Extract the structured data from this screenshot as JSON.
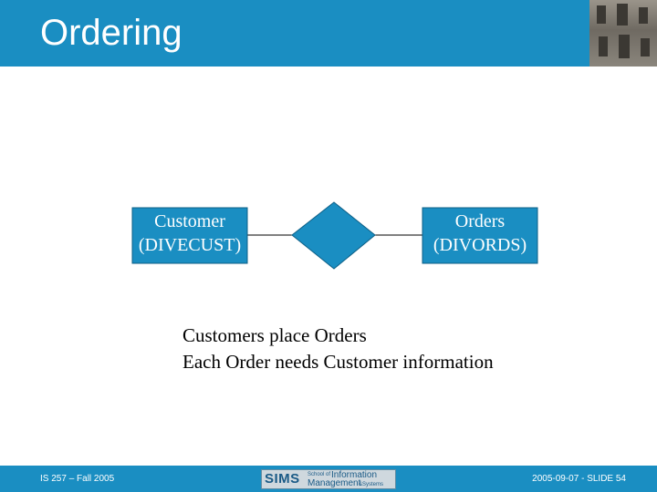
{
  "slide": {
    "title": "Ordering",
    "footer_left": "IS 257 – Fall 2005",
    "footer_right": "2005-09-07 - SLIDE 54"
  },
  "diagram": {
    "entity_left": {
      "line1": "Customer",
      "line2": "(DIVECUST)"
    },
    "entity_right": {
      "line1": "Orders",
      "line2": "(DIVORDS)"
    },
    "relationship": ""
  },
  "caption": {
    "line1": "Customers place Orders",
    "line2": "Each Order needs Customer information"
  },
  "logo": {
    "sims": "SIMS",
    "school_of": "School of",
    "information": "Information",
    "management": "Management",
    "systems": "&Systems"
  },
  "colors": {
    "header": "#1a8ec2",
    "entity_fill": "#1a8ec2",
    "relationship_fill": "#1a8ec2",
    "text": "#000000"
  }
}
